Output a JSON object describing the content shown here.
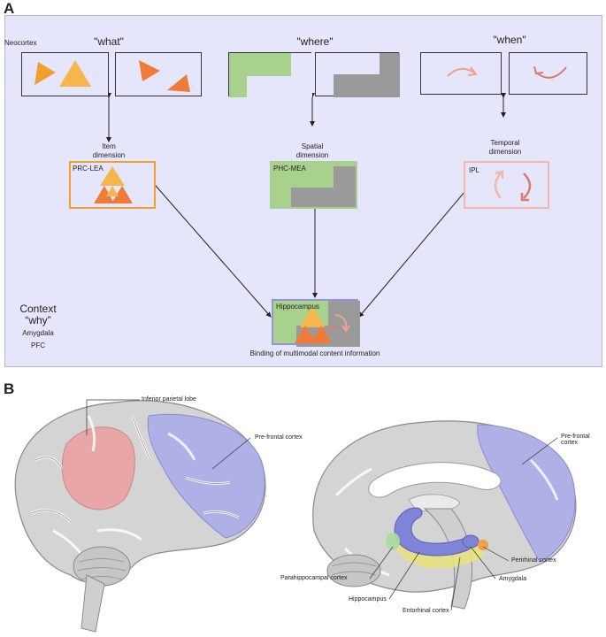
{
  "panel_a": {
    "letter": "A",
    "neocortex": "Neocortex",
    "what": "\"what\"",
    "where": "\"where\"",
    "when": "\"when\"",
    "item_dimension": [
      "Item",
      "dimension"
    ],
    "spatial_dimension": [
      "Spatial",
      "dimension"
    ],
    "temporal_dimension": [
      "Temporal",
      "dimension"
    ],
    "prc_lea": "PRC-LEA",
    "phc_mea": "PHC-MEA",
    "ipl": "IPL",
    "hippocampus": "Hippocampus",
    "binding": "Binding of multimodal content information",
    "context": "Context",
    "why": "“why”",
    "amygdala": "Amygdala",
    "pfc": "PFC"
  },
  "panel_b": {
    "letter": "B",
    "inferior_parietal_lobe": "Inferior parietal lobe",
    "prefrontal_left": "Pre-frontal cortex",
    "prefrontal_right": "Pre-frontal cortex",
    "parahippocampal": "Parahippocampal cortex",
    "perirhinal": "Perirhinal cortex",
    "amygdala": "Amygdala",
    "hippocampus": "Hippocampus",
    "entorhinal": "Entorhinal cortex"
  },
  "colors": {
    "panel_bg": "#e5e6fb",
    "item_orange": "#f0a030",
    "spatial_green": "#a9d18e",
    "temporal_pink": "#f4b6a8",
    "hippocampus_border": "#8f95d6",
    "ipl_red": "#e49e9e",
    "pfc_blue": "#a9abe4"
  }
}
